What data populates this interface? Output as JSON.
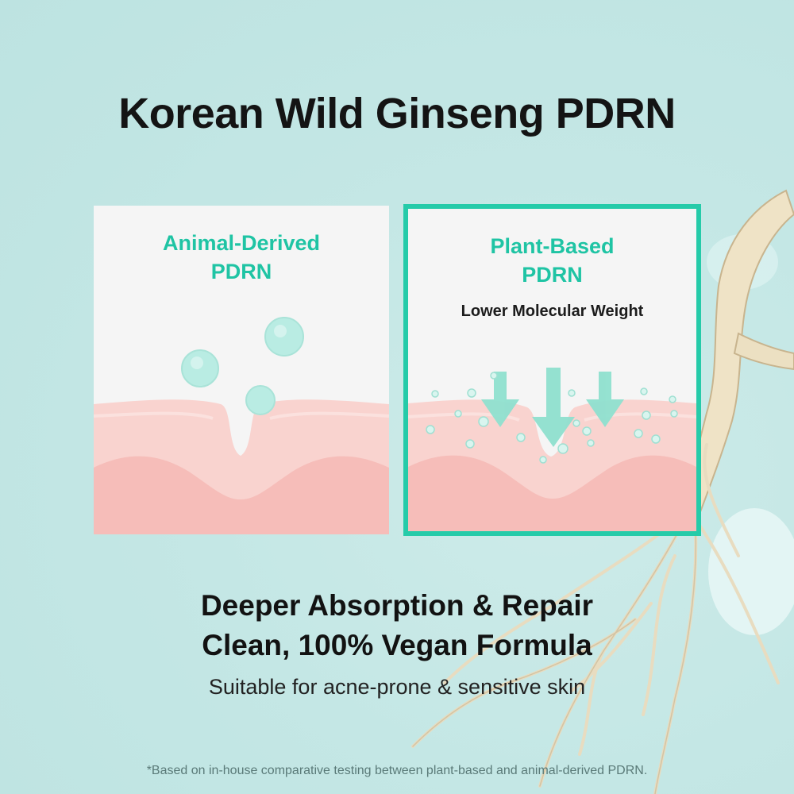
{
  "title": "Korean Wild Ginseng PDRN",
  "left_panel": {
    "heading_line1": "Animal-Derived",
    "heading_line2": "PDRN"
  },
  "right_panel": {
    "heading_line1": "Plant-Based",
    "heading_line2": "PDRN",
    "subheading": "Lower Molecular Weight"
  },
  "taglines": {
    "line1": "Deeper Absorption & Repair",
    "line2": "Clean, 100% Vegan Formula",
    "line3": "Suitable for acne-prone & sensitive skin"
  },
  "footnote": "*Based on in-house comparative testing between plant-based and animal-derived PDRN.",
  "colors": {
    "accent": "#25cba9",
    "skin_top": "#f9d0cc",
    "skin_bottom": "#f4b8b4",
    "background": "#c4e7e5"
  }
}
